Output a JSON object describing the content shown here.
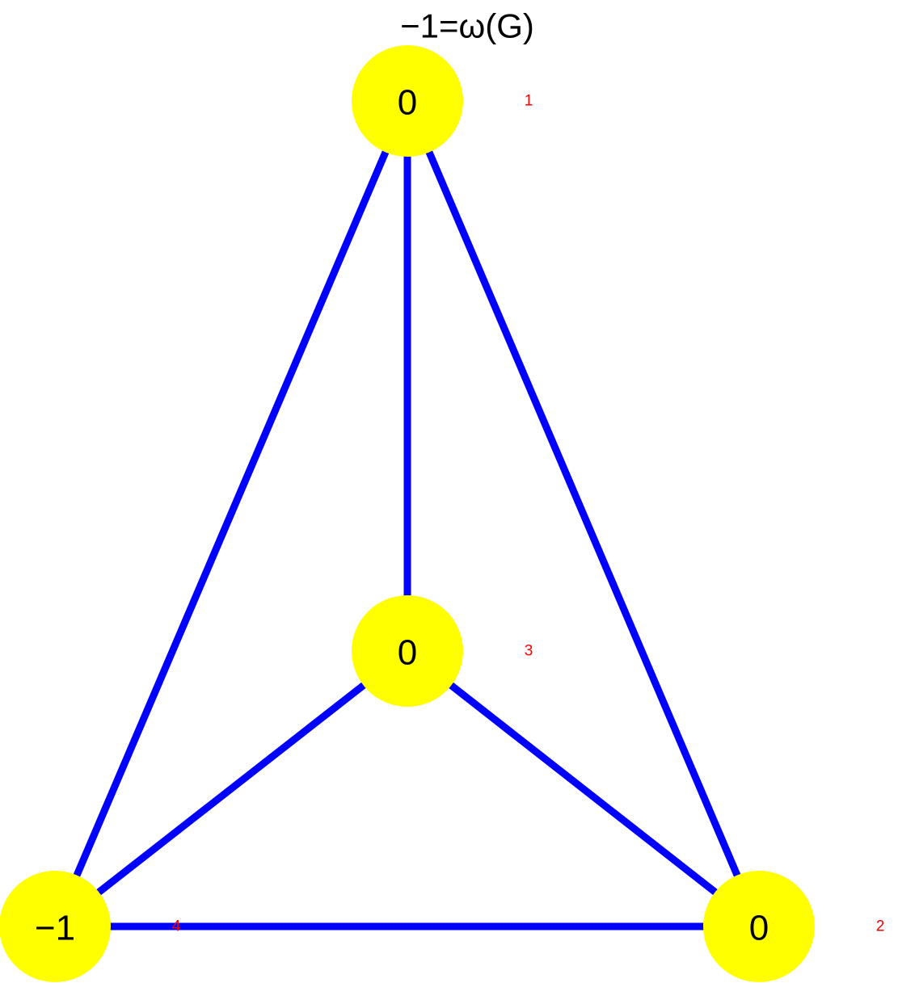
{
  "title": "−1=ω(G)",
  "colors": {
    "edge": "#0000ff",
    "node_fill": "#ffff00",
    "node_text": "#000000",
    "id_label": "#ff0000"
  },
  "nodes": [
    {
      "id": "1",
      "value": "0"
    },
    {
      "id": "2",
      "value": "0"
    },
    {
      "id": "3",
      "value": "0"
    },
    {
      "id": "4",
      "value": "−1"
    }
  ],
  "edges": [
    {
      "from": "1",
      "to": "4"
    },
    {
      "from": "1",
      "to": "3"
    },
    {
      "from": "1",
      "to": "2"
    },
    {
      "from": "3",
      "to": "4"
    },
    {
      "from": "3",
      "to": "2"
    },
    {
      "from": "4",
      "to": "2"
    }
  ]
}
